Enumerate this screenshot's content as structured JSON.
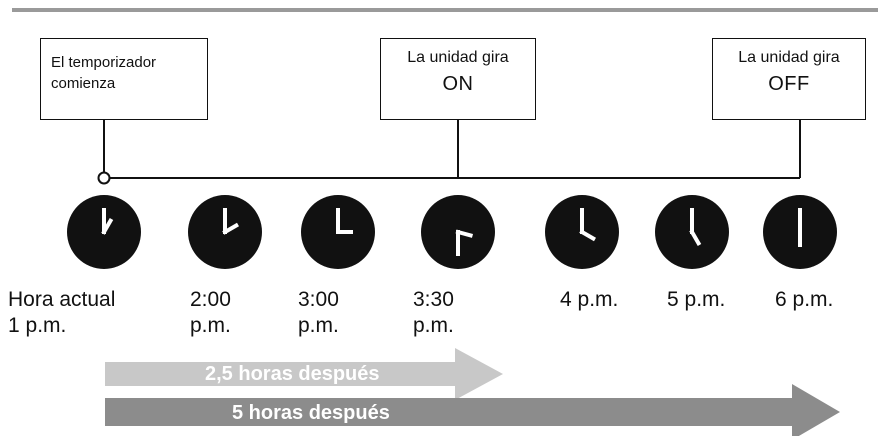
{
  "colors": {
    "rule": "#9a9a9a",
    "ink": "#111111",
    "arrow_short": "#c8c8c8",
    "arrow_long": "#8c8c8c"
  },
  "boxes": {
    "start": {
      "line1": "El temporizador",
      "line2": "comienza"
    },
    "on": {
      "line1": "La unidad gira",
      "line2": "ON"
    },
    "off": {
      "line1": "La unidad gira",
      "line2": "OFF"
    }
  },
  "clocks": [
    {
      "line1": "Hora actual",
      "line2": "1 p.m.",
      "hour": 1,
      "minute": 0
    },
    {
      "line1": "2:00",
      "line2": "p.m.",
      "hour": 2,
      "minute": 0
    },
    {
      "line1": "3:00",
      "line2": "p.m.",
      "hour": 3,
      "minute": 0
    },
    {
      "line1": "3:30",
      "line2": "p.m.",
      "hour": 3,
      "minute": 30
    },
    {
      "line1": "4 p.m.",
      "line2": "",
      "hour": 4,
      "minute": 0
    },
    {
      "line1": "5 p.m.",
      "line2": "",
      "hour": 5,
      "minute": 0
    },
    {
      "line1": "6 p.m.",
      "line2": "",
      "hour": 6,
      "minute": 0
    }
  ],
  "arrows": {
    "short": {
      "label": "2,5 horas después"
    },
    "long": {
      "label": "5 horas después"
    }
  }
}
